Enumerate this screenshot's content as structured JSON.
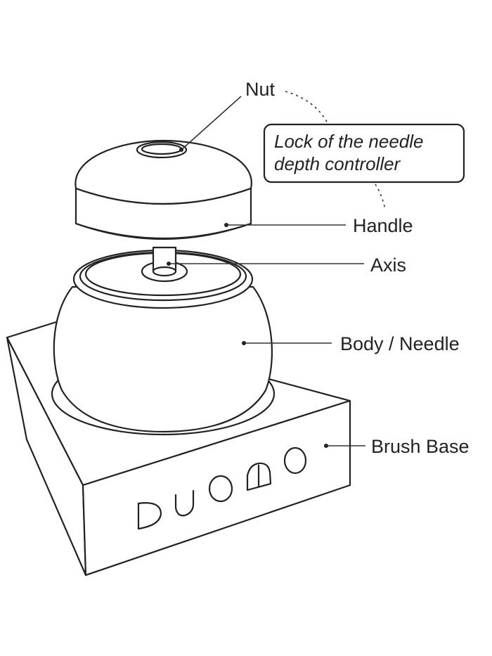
{
  "labels": {
    "nut": "Nut",
    "handle": "Handle",
    "axis": "Axis",
    "body_needle": "Body / Needle",
    "brush_base": "Brush Base"
  },
  "callout": {
    "line1": "Lock of the needle",
    "line2": "depth controller"
  },
  "logo_text": "DUOMO",
  "colors": {
    "ink": "#222222",
    "background": "#ffffff"
  }
}
